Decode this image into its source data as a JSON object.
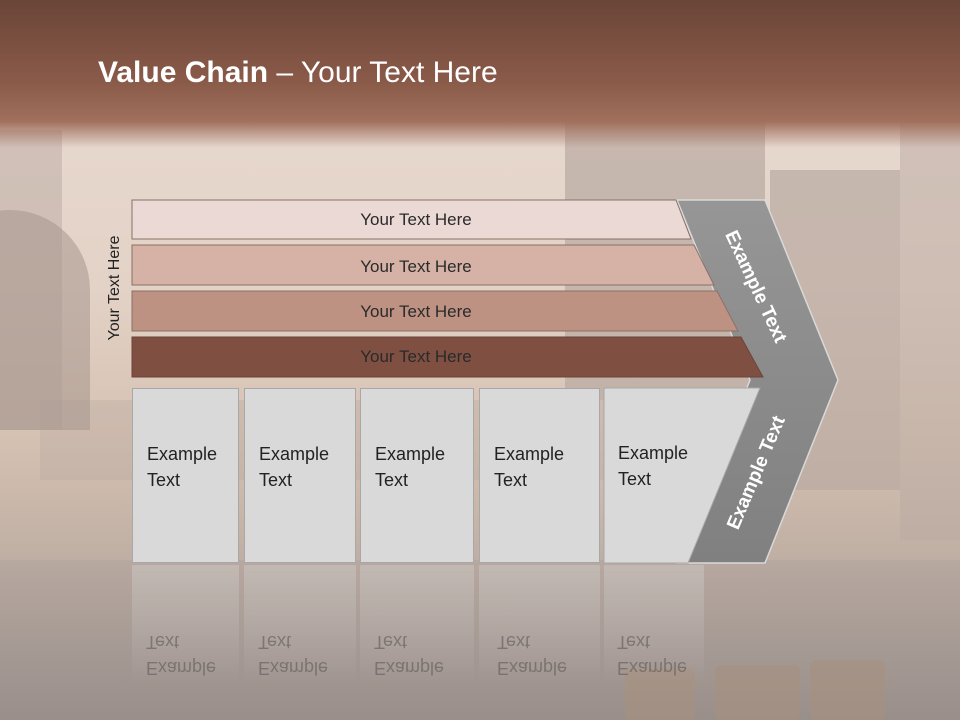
{
  "title": {
    "bold": "Value Chain",
    "rest": " – Your Text Here"
  },
  "side_label": "Your Text Here",
  "bars": [
    {
      "label": "Your Text Here",
      "color": "#ead9d5"
    },
    {
      "label": "Your Text Here",
      "color": "#d5b2a5"
    },
    {
      "label": "Your Text Here",
      "color": "#be9283"
    },
    {
      "label": "Your Text Here",
      "color": "#7f4f42"
    }
  ],
  "boxes": [
    {
      "line1": "Example",
      "line2": "Text"
    },
    {
      "line1": "Example",
      "line2": "Text"
    },
    {
      "line1": "Example",
      "line2": "Text"
    },
    {
      "line1": "Example",
      "line2": "Text"
    },
    {
      "line1": "Example",
      "line2": "Text"
    }
  ],
  "chevron": {
    "upper": "Example Text",
    "lower": "Example Text",
    "color": "#8c8c8c"
  },
  "colors": {
    "header": "#7a4e40",
    "box_fill": "#d9d9d9"
  }
}
